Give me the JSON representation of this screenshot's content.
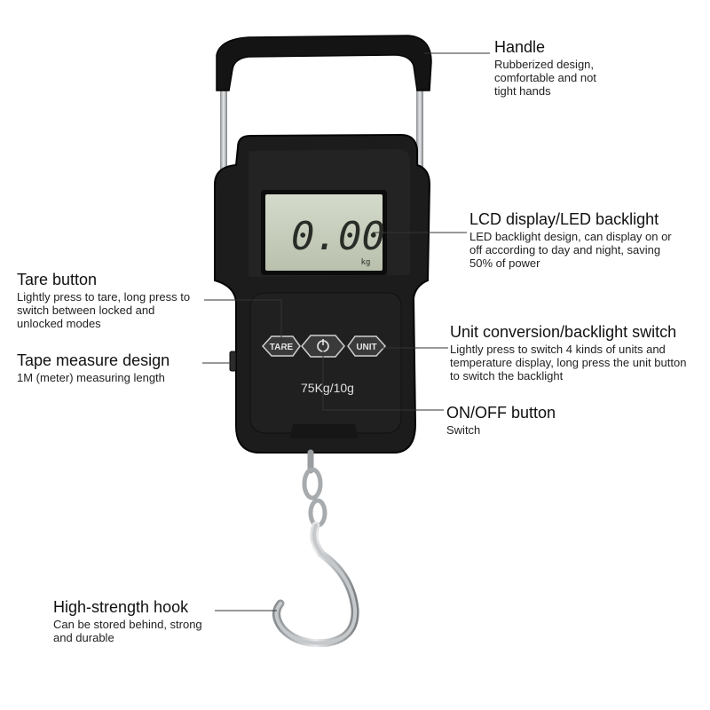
{
  "device": {
    "lcd_reading": "0.00",
    "lcd_unit": "kg",
    "tare_label": "TARE",
    "unit_label": "UNIT",
    "capacity": "75Kg/10g"
  },
  "callouts": {
    "handle": {
      "title": "Handle",
      "desc": "Rubberized design, comfortable and not tight hands"
    },
    "lcd": {
      "title": "LCD display/LED backlight",
      "desc": "LED backlight design, can display on or off according to day and night, saving 50% of power"
    },
    "tare": {
      "title": "Tare button",
      "desc": "Lightly press to tare, long press to switch between locked and unlocked modes"
    },
    "tape": {
      "title": "Tape measure design",
      "desc": "1M (meter) measuring length"
    },
    "unit": {
      "title": "Unit conversion/backlight switch",
      "desc": "Lightly press to switch 4 kinds of units and temperature display, long press the unit button to switch the backlight"
    },
    "onoff": {
      "title": "ON/OFF button",
      "desc": "Switch"
    },
    "hook": {
      "title": "High-strength hook",
      "desc": "Can be stored behind, strong and durable"
    }
  },
  "colors": {
    "body": "#1c1c1c",
    "body_edge": "#0a0a0a",
    "lcd": "#c9d0be",
    "metal": "#b9bcbf"
  }
}
